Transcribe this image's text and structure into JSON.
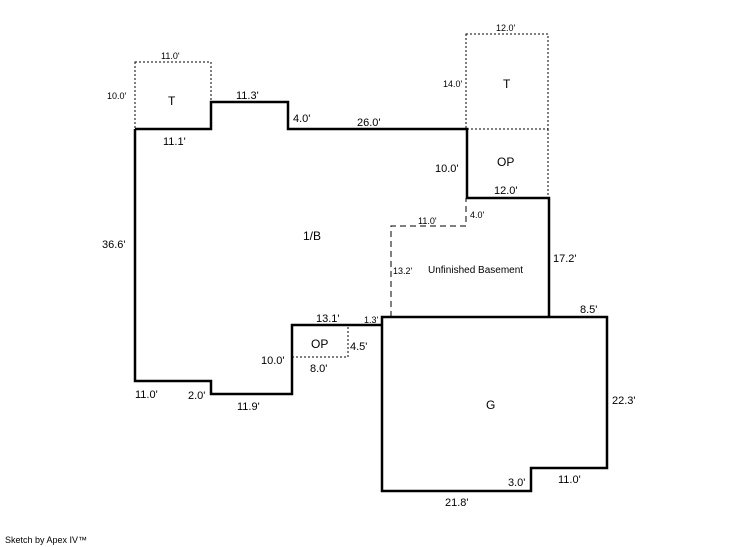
{
  "rooms": {
    "deck_left": "T",
    "deck_right": "T",
    "porch_right": "OP",
    "main": "1/B",
    "basement": "Unfinished Basement",
    "porch_small": "OP",
    "garage": "G"
  },
  "dims": {
    "deck_left_top": "11.0'",
    "deck_left_side": "10.0'",
    "main_top1": "11.1'",
    "main_top2": "11.3'",
    "main_step": "4.0'",
    "main_top3": "26.0'",
    "deck_right_top": "12.0'",
    "deck_right_side": "14.0'",
    "porch_right_side": "10.0'",
    "porch_right_bottom": "12.0'",
    "main_left": "36.6'",
    "bsmt_top": "11.0'",
    "bsmt_step": "4.0'",
    "bsmt_left": "13.2'",
    "right_side": "17.2'",
    "op_top": "13.1'",
    "op_right_top": "1.3'",
    "op_side": "4.5'",
    "op_left": "10.0'",
    "op_bottom": "8.0'",
    "garage_top": "8.5'",
    "main_bottom1": "11.0'",
    "main_bottom_step": "2.0'",
    "main_bottom2": "11.9'",
    "garage_right": "22.3'",
    "garage_bottom_right": "11.0'",
    "garage_step": "3.0'",
    "garage_bottom": "21.8'"
  },
  "footer": "Sketch by Apex IV™"
}
